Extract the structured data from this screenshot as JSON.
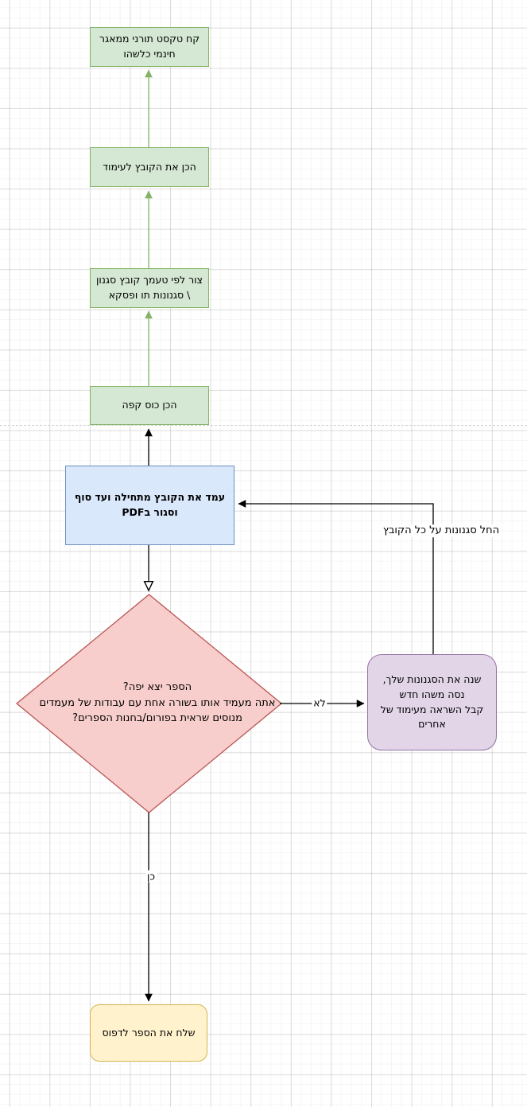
{
  "diagram": {
    "nodes": {
      "take_text": {
        "label": "קח טקסט תורני ממאגר\nחינמי כלשהו"
      },
      "prepare_file": {
        "label": "הכן את הקובץ לעימוד"
      },
      "create_styles": {
        "label": "צור לפי טעמך קובץ סגנון\n\\ סגנונות תו ופסקא"
      },
      "make_coffee": {
        "label": "הכן כוס קפה"
      },
      "layout_file": {
        "label": "עמד את הקובץ מתחילה ועד סוף\nוסגור בPDF"
      },
      "decision": {
        "label": "הספר יצא יפה?\nאתה מעמיד אותו בשורה אחת עם עבודות של מעמדים\nמנוסים שראית בפורום/בחנות הספרים?"
      },
      "change_styles": {
        "label": "שנה את הסגנונות שלך,\nנסה משהו חדש\nקבל השראה מעימוד של\nאחרים"
      },
      "send_to_print": {
        "label": "שלח את הספר לדפוס"
      }
    },
    "edge_labels": {
      "no": "לא",
      "yes": "כן",
      "apply_styles": "החל סגנונות על כל הקובץ"
    },
    "colors": {
      "green_fill": "#d5e8d4",
      "green_stroke": "#82b366",
      "blue_fill": "#dae8fc",
      "blue_stroke": "#6c8ebf",
      "red_fill": "#f8cecc",
      "red_stroke": "#b85450",
      "purple_fill": "#e1d5e7",
      "purple_stroke": "#9673a6",
      "yellow_fill": "#fff2cc",
      "yellow_stroke": "#d6b656",
      "edge_stroke": "#000000"
    }
  }
}
